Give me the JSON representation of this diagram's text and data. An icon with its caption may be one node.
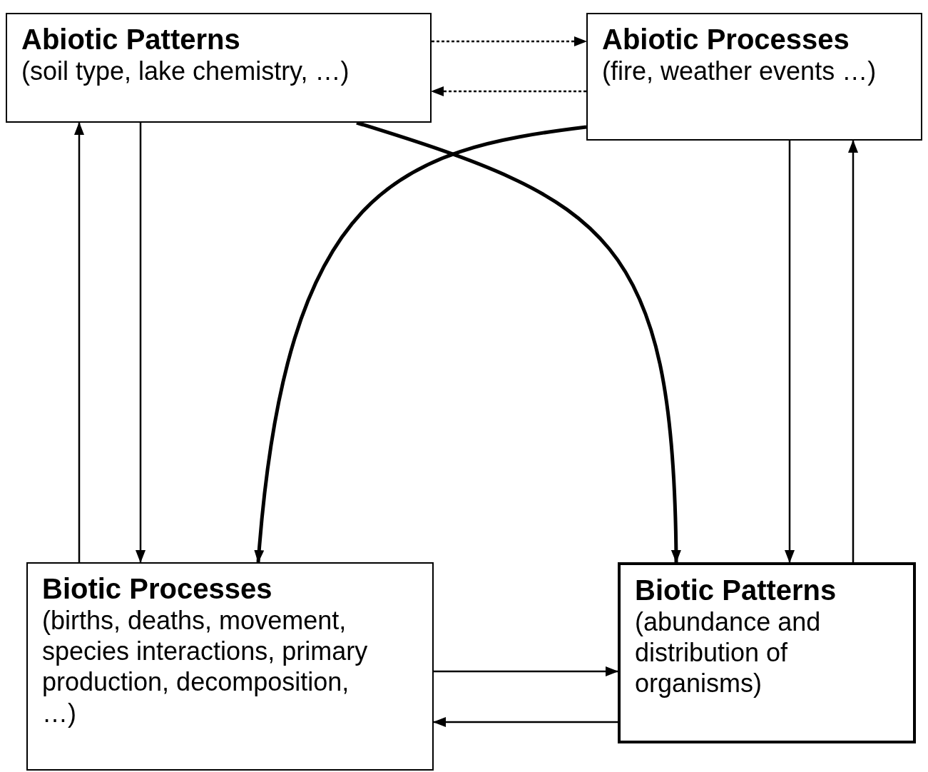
{
  "diagram": {
    "nodes": [
      {
        "text": [
          "Abiotic Patterns",
          "(soil type, lake chemistry, …)"
        ]
      },
      {
        "text": [
          "Abiotic Processes",
          "(fire, weather events …)"
        ]
      },
      {
        "text": [
          "Biotic Processes",
          "(births, deaths, movement, species interactions, primary production, decomposition, …)"
        ]
      },
      {
        "text": [
          "Biotic Patterns",
          "(abundance and distribution of organisms)"
        ]
      }
    ],
    "edges": [
      {
        "from": 0,
        "to": 1,
        "arrow": "to",
        "style": "dashed"
      },
      {
        "from": 1,
        "to": 0,
        "arrow": "to",
        "style": "dashed"
      },
      {
        "from": 0,
        "to": 2,
        "arrow": "to"
      },
      {
        "from": 2,
        "to": 0,
        "arrow": "to"
      },
      {
        "from": 0,
        "to": 3,
        "arrow": "to",
        "style": "thick"
      },
      {
        "from": 1,
        "to": 2,
        "arrow": "to",
        "style": "thick"
      },
      {
        "from": 1,
        "to": 3,
        "arrow": "to"
      },
      {
        "from": 3,
        "to": 1,
        "arrow": "to"
      },
      {
        "from": 2,
        "to": 3,
        "arrow": "to"
      },
      {
        "from": 3,
        "to": 2,
        "arrow": "to"
      }
    ]
  }
}
